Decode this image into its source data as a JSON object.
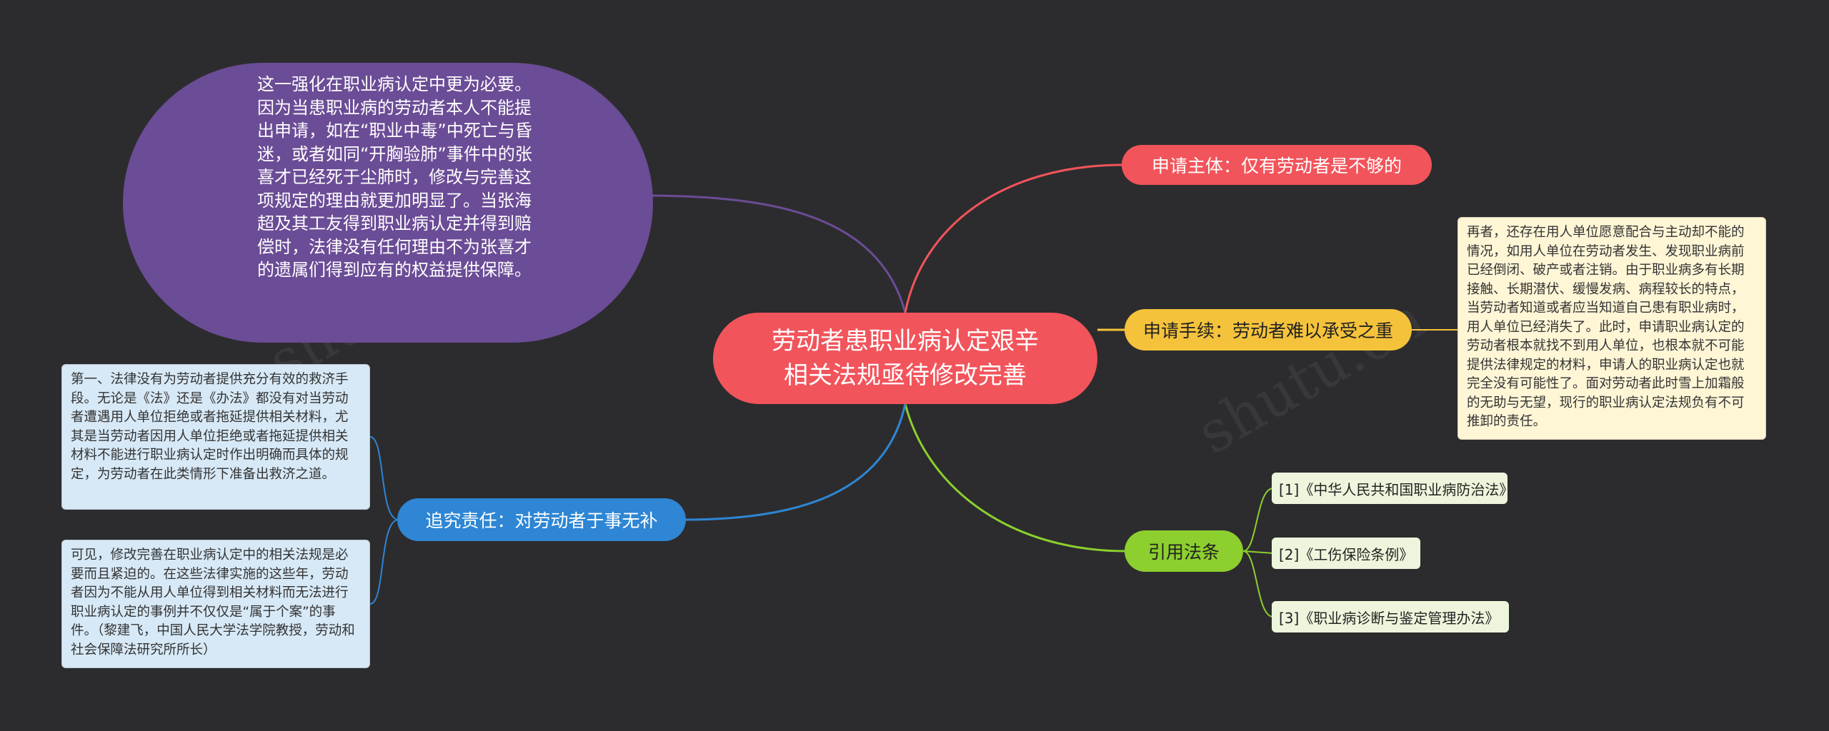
{
  "center": {
    "title": "劳动者患职业病认定艰辛\n相关法规亟待修改完善"
  },
  "branches": {
    "subject": {
      "label": "申请主体：仅有劳动者是不够的",
      "color": "#f2545b"
    },
    "procedure": {
      "label": "申请手续：劳动者难以承受之重",
      "color": "#f5c33b"
    },
    "laws": {
      "label": "引用法条",
      "color": "#8ccf2e"
    },
    "liability": {
      "label": "追究责任：对劳动者于事无补",
      "color": "#2e86d4"
    }
  },
  "notes": {
    "subject": "这一强化在职业病认定中更为必要。因为当患职业病的劳动者本人不能提出申请，如在“职业中毒”中死亡与昏迷，或者如同“开胸验肺”事件中的张喜才已经死于尘肺时，修改与完善这项规定的理由就更加明显了。当张海超及其工友得到职业病认定并得到赔偿时，法律没有任何理由不为张喜才的遗属们得到应有的权益提供保障。",
    "procedure": "再者，还存在用人单位愿意配合与主动却不能的情况，如用人单位在劳动者发生、发现职业病前已经倒闭、破产或者注销。由于职业病多有长期接触、长期潜伏、缓慢发病、病程较长的特点，当劳动者知道或者应当知道自己患有职业病时，用人单位已经消失了。此时，申请职业病认定的劳动者根本就找不到用人单位，也根本就不可能提供法律规定的材料，申请人的职业病认定也就完全没有可能性了。面对劳动者此时雪上加霜般的无助与无望，现行的职业病认定法规负有不可推卸的责任。",
    "liability_1": "第一、法律没有为劳动者提供充分有效的救济手段。无论是《法》还是《办法》都没有对当劳动者遭遇用人单位拒绝或者拖延提供相关材料，尤其是当劳动者因用人单位拒绝或者拖延提供相关材料不能进行职业病认定时作出明确而具体的规定，为劳动者在此类情形下准备出救济之道。",
    "liability_2": "可见，修改完善在职业病认定中的相关法规是必要而且紧迫的。在这些法律实施的这些年，劳动者因为不能从用人单位得到相关材料而无法进行职业病认定的事例并不仅仅是“属于个案”的事件。（黎建飞，中国人民大学法学院教授，劳动和社会保障法研究所所长）"
  },
  "references": [
    "[1]《中华人民共和国职业病防治法》",
    "[2]《工伤保险条例》",
    "[3]《职业病诊断与鉴定管理办法》"
  ],
  "colors": {
    "background": "#2c2c2e",
    "purple": "#6b4c96"
  }
}
